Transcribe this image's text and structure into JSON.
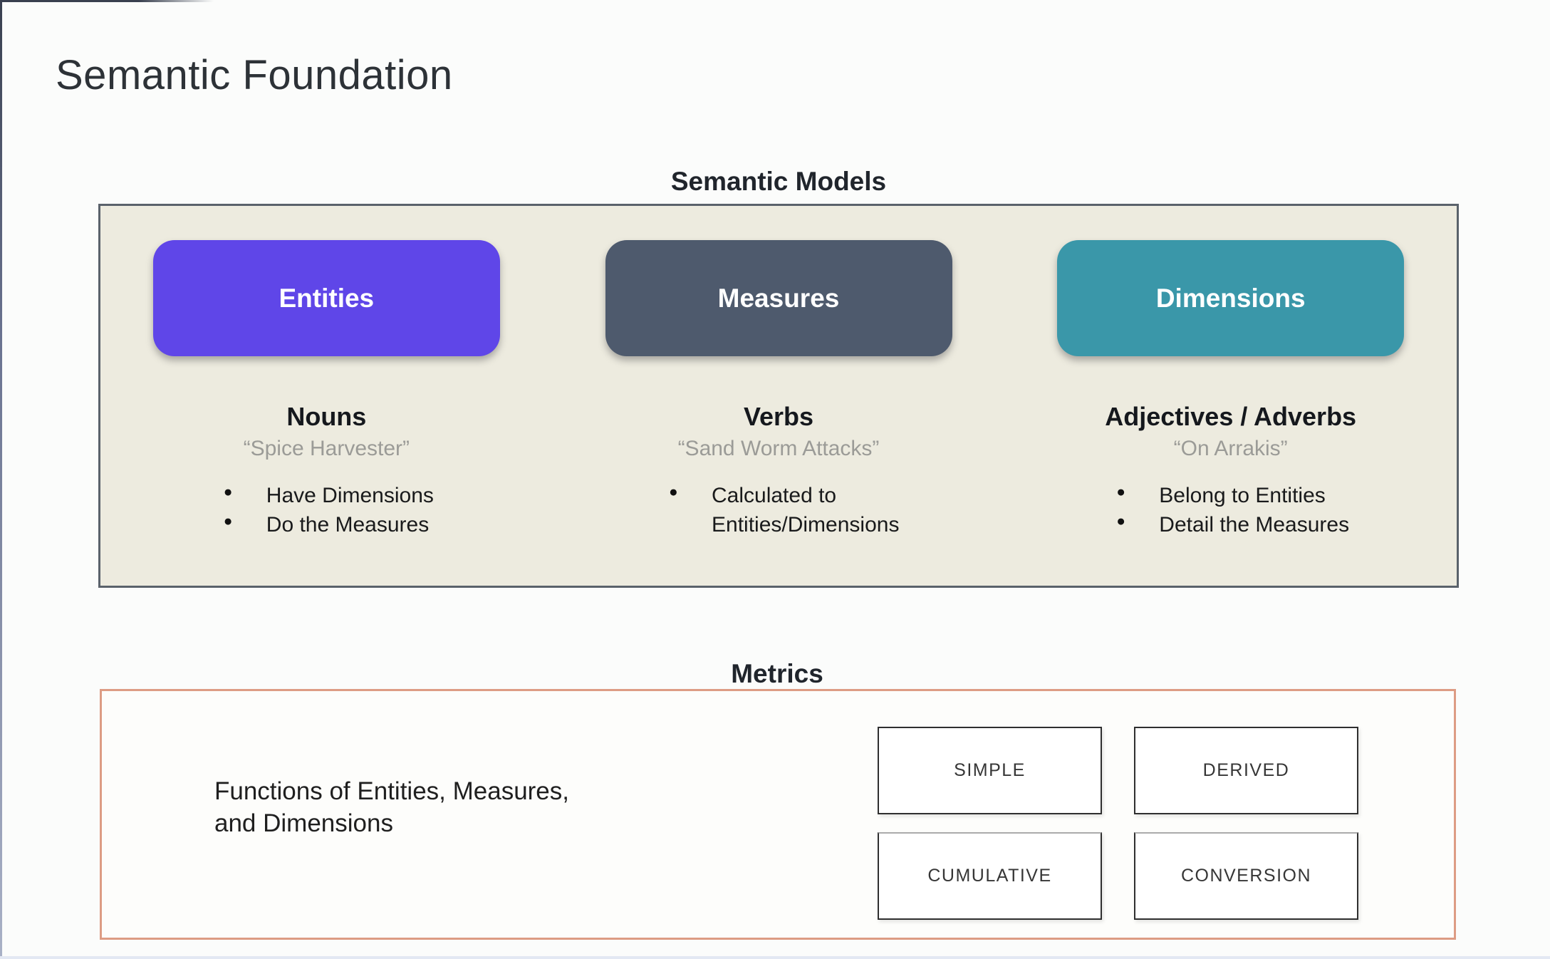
{
  "slide": {
    "title": "Semantic Foundation"
  },
  "colors": {
    "background": "#fbfcfb",
    "panel_background": "#edebdf",
    "panel_border": "#5a626b",
    "metrics_border": "#dd9c84",
    "entities_pill": "#5f46e8",
    "measures_pill": "#4e5a6d",
    "dimensions_pill": "#3a97a9",
    "quote_gray": "#9b9b97"
  },
  "semantic_models": {
    "heading": "Semantic Models",
    "columns": [
      {
        "pill": "Entities",
        "pill_color": "#5f46e8",
        "role": "Nouns",
        "example": "“Spice Harvester”",
        "bullets": [
          "Have Dimensions",
          "Do the Measures"
        ]
      },
      {
        "pill": "Measures",
        "pill_color": "#4e5a6d",
        "role": "Verbs",
        "example": "“Sand Worm Attacks”",
        "bullets": [
          "Calculated to Entities/Dimensions"
        ]
      },
      {
        "pill": "Dimensions",
        "pill_color": "#3a97a9",
        "role": "Adjectives / Adverbs",
        "example": "“On Arrakis”",
        "bullets": [
          "Belong to Entities",
          "Detail the Measures"
        ]
      }
    ]
  },
  "metrics": {
    "heading": "Metrics",
    "description_line1": "Functions of Entities, Measures,",
    "description_line2": "and Dimensions",
    "items": [
      "SIMPLE",
      "DERIVED",
      "CUMULATIVE",
      "CONVERSION"
    ]
  }
}
